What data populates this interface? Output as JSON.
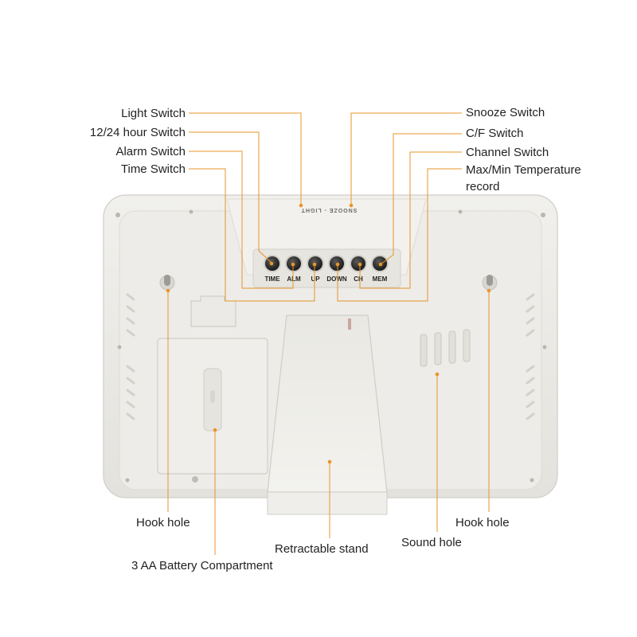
{
  "colors": {
    "leader": "#e8952a",
    "device_body": "#ecebe7",
    "device_edge": "#d6d4cf",
    "button": "#2b2b2b",
    "label_text": "#222222"
  },
  "device": {
    "panel_text": "SNOOZE - LIGHT",
    "buttons": [
      "TIME",
      "ALM",
      "UP",
      "DOWN",
      "CH",
      "MEM"
    ]
  },
  "callouts": {
    "light_switch": "Light Switch",
    "hour_switch": "12/24 hour Switch",
    "alarm_switch": "Alarm Switch",
    "time_switch": "Time Switch",
    "snooze_switch": "Snooze Switch",
    "cf_switch": "C/F Switch",
    "channel_switch": "Channel Switch",
    "maxmin_line1": "Max/Min Temperature",
    "maxmin_line2": "record",
    "hook_hole_left": "Hook hole",
    "hook_hole_right": "Hook hole",
    "battery": "3 AA Battery Compartment",
    "stand": "Retractable stand",
    "sound_hole": "Sound hole"
  }
}
